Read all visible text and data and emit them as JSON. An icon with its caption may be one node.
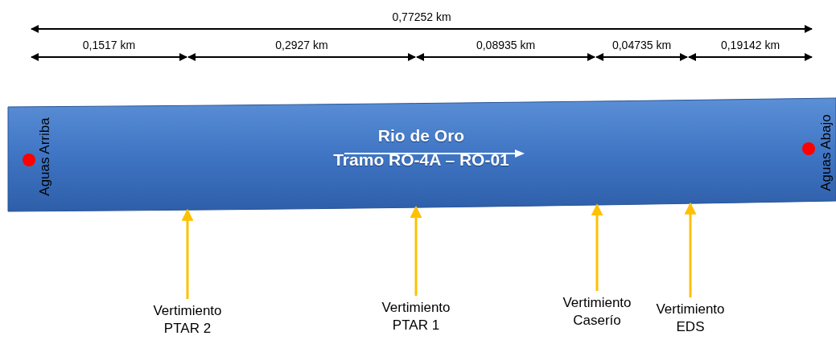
{
  "diagram": {
    "nodes": [
      {
        "text": [
          "Rio de Oro",
          "Tramo RO-4A – RO-01"
        ]
      },
      {
        "text": [
          "Vertimiento PTAR 2"
        ]
      },
      {
        "text": [
          "Vertimiento PTAR 1"
        ]
      },
      {
        "text": [
          "Vertimiento Caserío"
        ]
      },
      {
        "text": [
          "Vertimiento EDS"
        ]
      }
    ],
    "edges": [
      {
        "from": 1,
        "to": 0,
        "arrow": "to"
      },
      {
        "from": 2,
        "to": 0,
        "arrow": "to"
      },
      {
        "from": 3,
        "to": 0,
        "arrow": "to"
      },
      {
        "from": 4,
        "to": 0,
        "arrow": "to"
      }
    ],
    "labels": [
      "0,77252 km",
      "0,1517 km",
      "0,2927 km",
      "0,08935 km",
      "0,04735 km",
      "0,19142 km",
      "Aguas Arriba",
      "Aguas Abajo"
    ]
  }
}
